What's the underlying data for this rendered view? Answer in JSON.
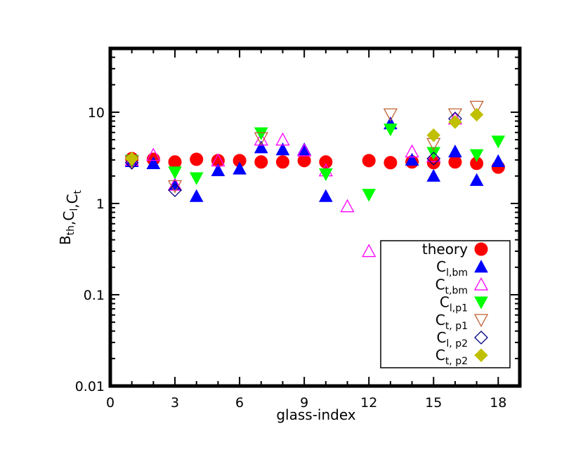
{
  "chart_data": {
    "type": "scatter",
    "xlabel": "glass-index",
    "ylabel": {
      "main": "B",
      "parts": [
        [
          "B",
          "th"
        ],
        [
          "C",
          "l"
        ],
        [
          "C",
          "t"
        ]
      ]
    },
    "xlim": [
      0,
      19
    ],
    "ylim": [
      0.01,
      50
    ],
    "yscale": "log",
    "x_ticks": [
      0,
      3,
      6,
      9,
      12,
      15,
      18
    ],
    "x_tick_labels": [
      "0",
      "3",
      "6",
      "9",
      "12",
      "15",
      "18"
    ],
    "y_ticks": [
      0.01,
      0.1,
      1,
      10
    ],
    "y_tick_labels": [
      "0.01",
      "0.1",
      "1",
      "10"
    ],
    "grid": false,
    "legend_position": "bottom-right",
    "series": [
      {
        "name": "theory",
        "label_main": "theory",
        "label_sub": "",
        "marker": "circle",
        "filled": true,
        "color": "#ff0000",
        "x": [
          1,
          2,
          3,
          4,
          5,
          6,
          7,
          8,
          9,
          10,
          12,
          13,
          14,
          15,
          16,
          17,
          18
        ],
        "y": [
          3.1,
          3.05,
          2.85,
          3.05,
          2.95,
          2.95,
          2.85,
          2.85,
          2.95,
          2.85,
          2.95,
          2.8,
          2.85,
          2.8,
          2.85,
          2.75,
          2.5
        ]
      },
      {
        "name": "C_l,bm",
        "label_main": "C",
        "label_sub": "l,bm",
        "marker": "triangle-up",
        "filled": true,
        "color": "#0000ff",
        "x": [
          1,
          2,
          3,
          4,
          5,
          6,
          7,
          8,
          9,
          10,
          13,
          14,
          15,
          16,
          17,
          18
        ],
        "y": [
          2.9,
          2.75,
          1.6,
          1.2,
          2.3,
          2.4,
          4.1,
          3.9,
          3.9,
          1.2,
          7.5,
          3.0,
          2.0,
          3.7,
          1.8,
          2.9
        ]
      },
      {
        "name": "C_t,bm",
        "label_main": "C",
        "label_sub": "t,bm",
        "marker": "triangle-up",
        "filled": false,
        "color": "#ff00ff",
        "x": [
          1,
          2,
          3,
          5,
          7,
          8,
          9,
          10,
          11,
          12,
          14,
          15,
          16
        ],
        "y": [
          3.0,
          3.4,
          1.6,
          2.95,
          5.0,
          5.0,
          3.8,
          2.3,
          0.93,
          0.3,
          3.7,
          3.3,
          8.5
        ]
      },
      {
        "name": "C_l,p1",
        "label_main": "C",
        "label_sub": "l,p1",
        "marker": "triangle-down",
        "filled": true,
        "color": "#00ff00",
        "x": [
          1,
          3,
          4,
          7,
          10,
          12,
          13,
          15,
          17,
          18
        ],
        "y": [
          2.95,
          2.2,
          1.9,
          5.9,
          2.1,
          1.25,
          6.5,
          3.6,
          3.4,
          4.8
        ]
      },
      {
        "name": "C_t, p1",
        "label_main": "C",
        "label_sub": "t, p1",
        "marker": "triangle-down",
        "filled": false,
        "color": "#c06030",
        "x": [
          1,
          3,
          7,
          13,
          15,
          16,
          17
        ],
        "y": [
          2.9,
          1.55,
          5.2,
          9.5,
          4.5,
          9.5,
          11.5
        ]
      },
      {
        "name": "C_l, p2",
        "label_main": "C",
        "label_sub": "l, p2",
        "marker": "diamond",
        "filled": false,
        "color": "#000080",
        "x": [
          1,
          3,
          15,
          16
        ],
        "y": [
          2.8,
          1.4,
          3.1,
          8.5
        ]
      },
      {
        "name": "C_t, p2",
        "label_main": "C",
        "label_sub": "t, p2",
        "marker": "diamond",
        "filled": true,
        "color": "#c0c000",
        "x": [
          1,
          15,
          16,
          17
        ],
        "y": [
          3.1,
          5.6,
          7.8,
          9.4
        ]
      }
    ]
  }
}
